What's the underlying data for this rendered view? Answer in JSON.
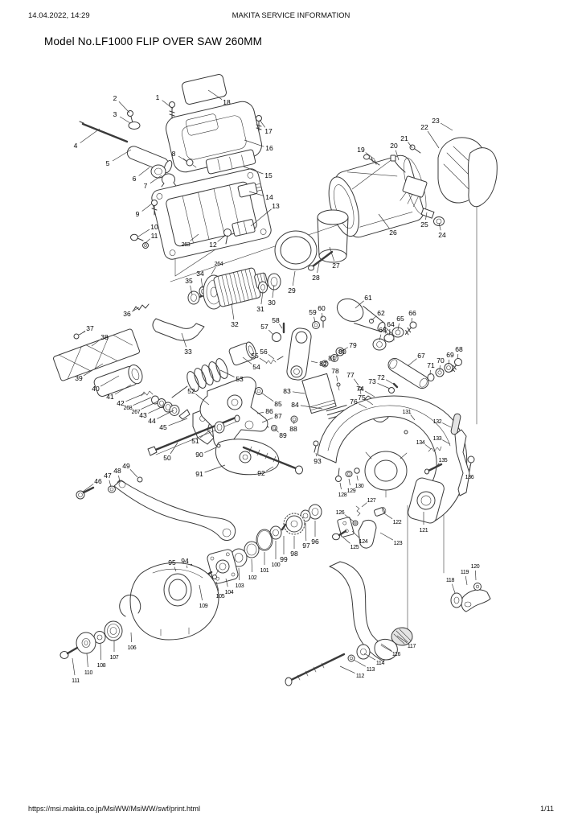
{
  "page": {
    "header": {
      "datetime": "14.04.2022, 14:29",
      "center": "MAKITA SERVICE INFORMATION"
    },
    "title": "Model No.LF1000 FLIP OVER SAW 260MM",
    "footer": {
      "url": "https://msi.makita.co.jp/MsiWW/MsiWW/swf/print.html",
      "page": "1/11"
    }
  },
  "diagram": {
    "description": "Exploded parts view, numbered callouts",
    "labels": [
      [
        "1",
        196,
        121,
        215,
        135
      ],
      [
        "2",
        143,
        122,
        161,
        140
      ],
      [
        "3",
        143,
        142,
        162,
        153
      ],
      [
        "4",
        94,
        181,
        124,
        160
      ],
      [
        "5",
        134,
        203,
        163,
        186
      ],
      [
        "6",
        167,
        222,
        186,
        208
      ],
      [
        "7",
        181,
        231,
        201,
        218
      ],
      [
        "8",
        216,
        191,
        233,
        201
      ],
      [
        "9",
        171,
        266,
        189,
        253
      ],
      [
        "10",
        192,
        282,
        172,
        294
      ],
      [
        "11",
        192,
        293,
        180,
        303
      ],
      [
        "12",
        265,
        304,
        281,
        292
      ],
      [
        "13",
        343,
        256,
        312,
        281
      ],
      [
        "14",
        335,
        245,
        310,
        238
      ],
      [
        "15",
        334,
        218,
        303,
        207
      ],
      [
        "16",
        335,
        184,
        304,
        174
      ],
      [
        "17",
        334,
        163,
        323,
        149
      ],
      [
        "18",
        282,
        127,
        259,
        112
      ],
      [
        "263",
        231,
        303,
        247,
        291
      ],
      [
        "264",
        272,
        327,
        263,
        341
      ],
      [
        "19",
        449,
        186,
        466,
        198
      ],
      [
        "20",
        490,
        181,
        496,
        199
      ],
      [
        "21",
        503,
        172,
        513,
        184
      ],
      [
        "22",
        528,
        158,
        546,
        184
      ],
      [
        "23",
        542,
        150,
        563,
        162
      ],
      [
        "24",
        550,
        292,
        546,
        277
      ],
      [
        "25",
        528,
        279,
        531,
        264
      ],
      [
        "26",
        489,
        289,
        471,
        266
      ],
      [
        "27",
        418,
        330,
        410,
        307
      ],
      [
        "28",
        393,
        345,
        397,
        327
      ],
      [
        "29",
        363,
        361,
        367,
        337
      ],
      [
        "30",
        338,
        376,
        341,
        354
      ],
      [
        "31",
        324,
        384,
        327,
        362
      ],
      [
        "32",
        292,
        403,
        288,
        377
      ],
      [
        "33",
        234,
        437,
        226,
        414
      ],
      [
        "34",
        249,
        340,
        252,
        358
      ],
      [
        "35",
        235,
        349,
        239,
        366
      ],
      [
        "36",
        158,
        390,
        173,
        382
      ],
      [
        "37",
        112,
        408,
        99,
        416
      ],
      [
        "38",
        130,
        419,
        114,
        430
      ],
      [
        "39",
        98,
        470,
        128,
        452
      ],
      [
        "40",
        119,
        483,
        148,
        467
      ],
      [
        "41",
        137,
        493,
        163,
        478
      ],
      [
        "42",
        150,
        501,
        180,
        489
      ],
      [
        "268",
        159,
        506,
        188,
        494
      ],
      [
        "267",
        169,
        511,
        196,
        499
      ],
      [
        "43",
        178,
        516,
        205,
        504
      ],
      [
        "44",
        189,
        523,
        216,
        510
      ],
      [
        "45",
        203,
        531,
        233,
        520
      ],
      [
        "46",
        122,
        598,
        103,
        611
      ],
      [
        "47",
        134,
        591,
        138,
        605
      ],
      [
        "48",
        146,
        585,
        149,
        599
      ],
      [
        "49",
        157,
        579,
        171,
        593
      ],
      [
        "50",
        208,
        569,
        221,
        550
      ],
      [
        "51",
        243,
        548,
        262,
        534
      ],
      [
        "52",
        238,
        486,
        260,
        503
      ],
      [
        "53",
        298,
        471,
        274,
        460
      ],
      [
        "54",
        319,
        456,
        302,
        444
      ],
      [
        "55",
        317,
        442,
        332,
        451
      ],
      [
        "56",
        328,
        437,
        341,
        446
      ],
      [
        "57",
        329,
        406,
        340,
        416
      ],
      [
        "58",
        343,
        398,
        351,
        408
      ],
      [
        "59",
        389,
        388,
        392,
        401
      ],
      [
        "60",
        400,
        383,
        401,
        395
      ],
      [
        "61",
        458,
        370,
        442,
        383
      ],
      [
        "62",
        474,
        389,
        462,
        398
      ],
      [
        "63",
        476,
        410,
        472,
        423
      ],
      [
        "64",
        486,
        403,
        484,
        417
      ],
      [
        "65",
        498,
        396,
        495,
        410
      ],
      [
        "66",
        513,
        389,
        512,
        401
      ],
      [
        "67",
        524,
        442,
        507,
        455
      ],
      [
        "68",
        571,
        434,
        569,
        446
      ],
      [
        "69",
        560,
        441,
        558,
        453
      ],
      [
        "70",
        548,
        448,
        547,
        460
      ],
      [
        "71",
        536,
        454,
        535,
        466
      ],
      [
        "72",
        474,
        469,
        489,
        477
      ],
      [
        "73",
        463,
        474,
        485,
        483
      ],
      [
        "74",
        448,
        483,
        466,
        493
      ],
      [
        "75",
        450,
        494,
        464,
        503
      ],
      [
        "76",
        440,
        499,
        456,
        507
      ],
      [
        "77",
        436,
        466,
        446,
        479
      ],
      [
        "78",
        417,
        461,
        420,
        474
      ],
      [
        "79",
        439,
        429,
        425,
        436
      ],
      [
        "80",
        426,
        437,
        418,
        444
      ],
      [
        "81",
        413,
        445,
        405,
        450
      ],
      [
        "82",
        402,
        452,
        387,
        449
      ],
      [
        "83",
        357,
        486,
        379,
        489
      ],
      [
        "84",
        367,
        503,
        401,
        508
      ],
      [
        "85",
        346,
        502,
        325,
        488
      ],
      [
        "86",
        335,
        511,
        320,
        514
      ],
      [
        "87",
        346,
        517,
        326,
        525
      ],
      [
        "88",
        365,
        533,
        366,
        523
      ],
      [
        "89",
        352,
        541,
        342,
        533
      ],
      [
        "90",
        248,
        565,
        269,
        556
      ],
      [
        "91",
        248,
        589,
        280,
        578
      ],
      [
        "92",
        325,
        588,
        340,
        580
      ],
      [
        "93",
        395,
        573,
        393,
        563
      ],
      [
        "94",
        230,
        697,
        233,
        706
      ],
      [
        "95",
        214,
        699,
        219,
        710
      ],
      [
        "96",
        392,
        673,
        392,
        647
      ],
      [
        "97",
        381,
        678,
        380,
        650
      ],
      [
        "98",
        366,
        688,
        366,
        666
      ],
      [
        "99",
        353,
        695,
        353,
        666
      ],
      [
        "100",
        343,
        701,
        343,
        672
      ],
      [
        "101",
        329,
        708,
        329,
        686
      ],
      [
        "102",
        314,
        717,
        313,
        695
      ],
      [
        "103",
        298,
        727,
        297,
        706
      ],
      [
        "104",
        285,
        735,
        281,
        719
      ],
      [
        "105",
        274,
        740,
        269,
        723
      ],
      [
        "106",
        164,
        804,
        163,
        786
      ],
      [
        "107",
        142,
        816,
        142,
        796
      ],
      [
        "108",
        126,
        826,
        125,
        800
      ],
      [
        "109",
        253,
        752,
        248,
        727
      ],
      [
        "110",
        110,
        835,
        108,
        812
      ],
      [
        "111",
        94,
        845,
        90,
        818
      ],
      [
        "112",
        448,
        839,
        423,
        828
      ],
      [
        "113",
        461,
        831,
        440,
        820
      ],
      [
        "114",
        473,
        823,
        453,
        812
      ],
      [
        "116",
        493,
        812,
        474,
        800
      ],
      [
        "117",
        512,
        802,
        494,
        790
      ],
      [
        "118",
        560,
        720,
        566,
        737
      ],
      [
        "119",
        578,
        710,
        581,
        727
      ],
      [
        "120",
        591,
        703,
        592,
        721
      ],
      [
        "121",
        527,
        658,
        527,
        636
      ],
      [
        "122",
        494,
        648,
        478,
        638
      ],
      [
        "123",
        495,
        674,
        473,
        662
      ],
      [
        "124",
        452,
        672,
        438,
        660
      ],
      [
        "125",
        441,
        679,
        427,
        668
      ],
      [
        "126",
        423,
        636,
        440,
        648
      ],
      [
        "127",
        462,
        621,
        450,
        630
      ],
      [
        "128",
        426,
        614,
        423,
        600
      ],
      [
        "129",
        437,
        609,
        434,
        595
      ],
      [
        "130",
        447,
        603,
        444,
        591
      ],
      [
        "131",
        506,
        511,
        516,
        522
      ],
      [
        "132",
        544,
        523,
        561,
        531
      ],
      [
        "133",
        544,
        544,
        560,
        552
      ],
      [
        "134",
        523,
        549,
        536,
        558
      ],
      [
        "135",
        551,
        571,
        543,
        580
      ],
      [
        "136",
        584,
        592,
        585,
        578
      ]
    ]
  }
}
